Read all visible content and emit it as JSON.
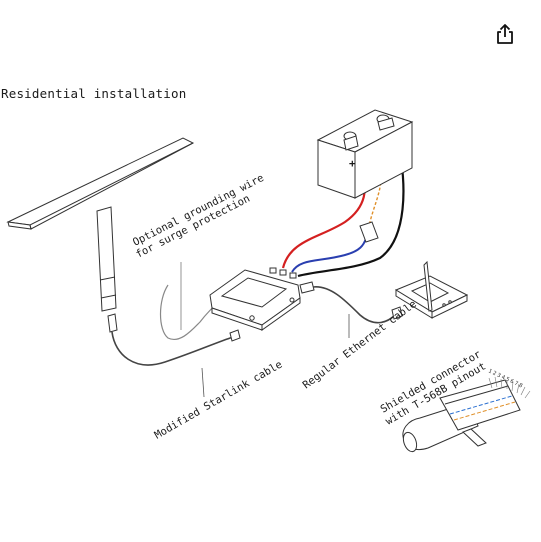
{
  "header": {
    "share_icon": "share-icon",
    "title": "Residential installation"
  },
  "labels": {
    "grounding_line1": "Optional grounding wire",
    "grounding_line2": "for surge protection",
    "ethernet": "Regular Ethernet cable",
    "starlink": "Modified Starlink cable",
    "connector_line1": "Shielded connector",
    "connector_line2": "with T-568B pinout",
    "battery_plus": "+",
    "pins": "12345678"
  },
  "colors": {
    "red_wire": "#d42020",
    "blue_wire": "#2a3fb0",
    "black_wire": "#111111",
    "orange_dashed": "#e0902a",
    "line": "#333333"
  }
}
